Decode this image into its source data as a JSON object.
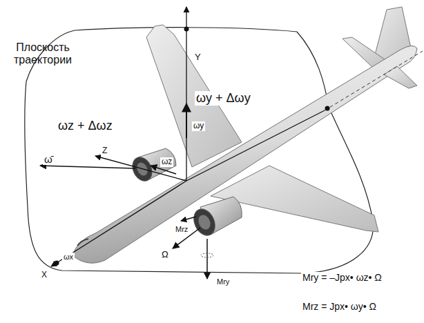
{
  "diagram": {
    "labels": [
      "Плоскость траектории",
      "Y",
      "ωy + Δωy",
      "ωy",
      "ωz + Δωz",
      "Z",
      "ω̄",
      "ωz",
      "Mrz",
      "Ω",
      "Mry",
      "X",
      "ωx",
      "Mry = –Jpx• ωz• Ω",
      "Mrz = Jpx• ωy• Ω"
    ]
  }
}
